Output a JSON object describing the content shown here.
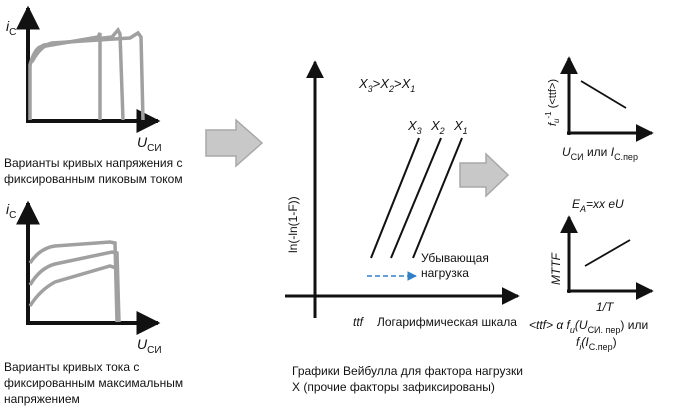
{
  "panel_top": {
    "y_axis": "i",
    "y_axis_sub": "C",
    "x_axis": "U",
    "x_axis_sub": "СИ",
    "caption": [
      "Варианты кривых напряжения с",
      "фиксированным пиковым током"
    ]
  },
  "panel_bottom": {
    "y_axis": "i",
    "y_axis_sub": "C",
    "x_axis": "U",
    "x_axis_sub": "СИ",
    "caption": [
      "Варианты кривых  тока с",
      "фиксированным максимальным",
      "напряжением"
    ]
  },
  "weibull": {
    "y_axis": "ln(-ln(1-F))",
    "x_axis_left": "ttf",
    "x_axis_right": "Логарифмическая шкала",
    "ordering": {
      "x3": "X",
      "x3_sub": "3",
      "gt1": ">",
      "x2": "X",
      "x2_sub": "2",
      "gt2": ">",
      "x1": "X",
      "x1_sub": "1"
    },
    "lines": [
      {
        "label": "X",
        "sub": "3"
      },
      {
        "label": "X",
        "sub": "2"
      },
      {
        "label": "X",
        "sub": "1"
      }
    ],
    "decreasing_load": [
      "Убывающая",
      "нагрузка"
    ],
    "caption": [
      "Графики Вейбулла для фактора нагрузки",
      "X (прочие факторы зафиксированы)"
    ]
  },
  "right_top": {
    "y_axis": "f",
    "y_axis_sub": "u",
    "y_axis_sup": "-1",
    "y_axis_rest": " (<ttf>)",
    "x_axis": "U",
    "x_axis_sub": "СИ",
    "x_axis_mid": " или ",
    "x_axis2": "I",
    "x_axis2_sub": "С.пер"
  },
  "right_bottom": {
    "title": "E",
    "title_sub": "A",
    "title_rest": "=xx eU",
    "y_axis": "MTTF",
    "x_axis": "1/T",
    "formula_line1": "<ttf> α f",
    "formula_line1_sub": "u",
    "formula_line1_rest": "(U",
    "formula_line1_sub2": "СИ. пер",
    "formula_line1_end": ") или",
    "formula_line2": "f",
    "formula_line2_sub": "i",
    "formula_line2_rest": "(I",
    "formula_line2_sub2": "С.пер",
    "formula_line2_end": ")"
  },
  "colors": {
    "axis": "#111111",
    "curve": "#a0a0a0",
    "arrow_fill": "#c8c8c8",
    "arrow_stroke": "#a8a8a8",
    "dashed": "#2f80c8"
  }
}
